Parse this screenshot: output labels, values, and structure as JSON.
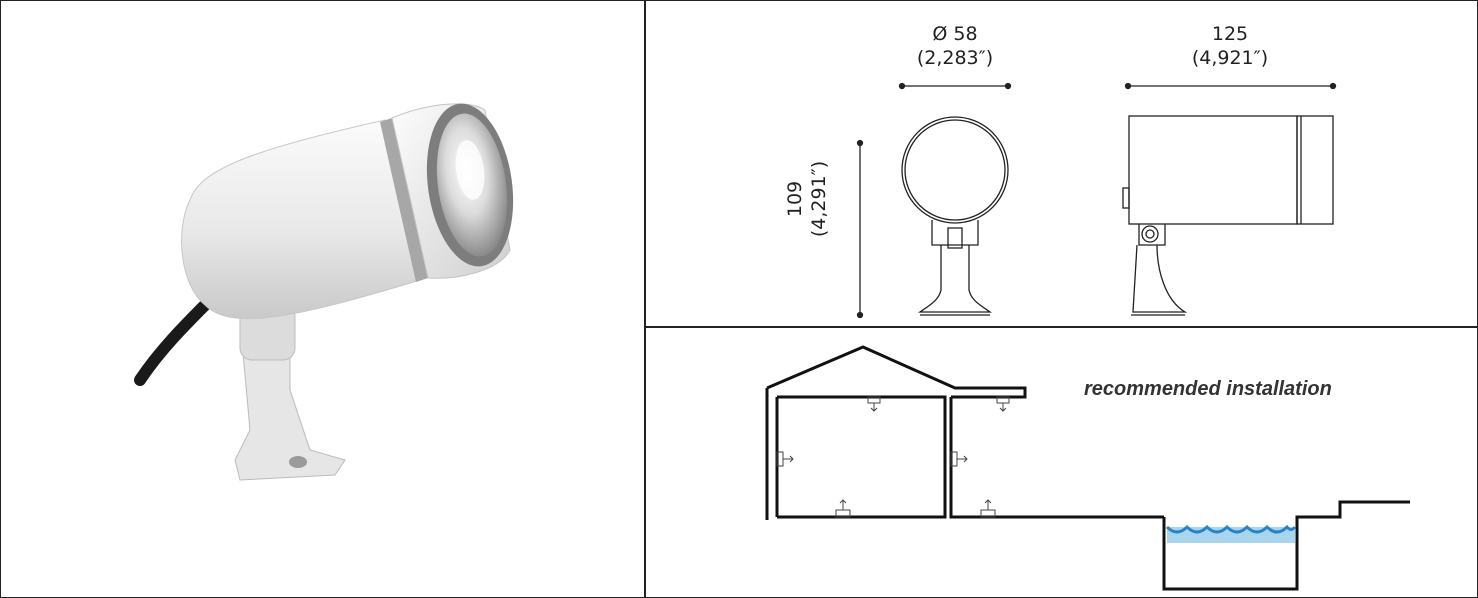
{
  "dimensions": {
    "diameter": {
      "value": "Ø 58",
      "inches": "(2,283″)"
    },
    "length": {
      "value": "125",
      "inches": "(4,921″)"
    },
    "height": {
      "value": "109",
      "inches": "(4,291″)"
    }
  },
  "installation": {
    "label": "recommended installation"
  },
  "colors": {
    "line": "#222222",
    "water_dark": "#2a82c6",
    "water_light": "#a8d4ee",
    "product_white": "#f2f2f2",
    "cable": "#1a1a1a"
  }
}
